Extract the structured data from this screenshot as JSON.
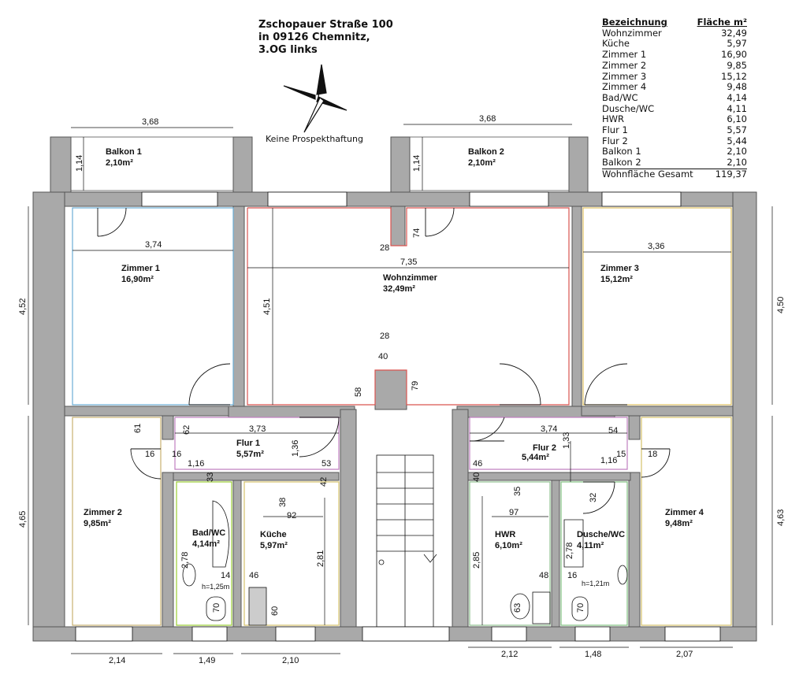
{
  "header": {
    "line1": "Zschopauer Straße 100",
    "line2": "in 09126 Chemnitz,",
    "line3": "3.OG links"
  },
  "disclaimer": "Keine Prospekthaftung",
  "legend": {
    "col_name": "Bezeichnung",
    "col_area": "Fläche m²",
    "rows": [
      {
        "name": "Wohnzimmer",
        "area": "32,49"
      },
      {
        "name": "Küche",
        "area": "5,97"
      },
      {
        "name": "Zimmer 1",
        "area": "16,90"
      },
      {
        "name": "Zimmer 2",
        "area": "9,85"
      },
      {
        "name": "Zimmer 3",
        "area": "15,12"
      },
      {
        "name": "Zimmer 4",
        "area": "9,48"
      },
      {
        "name": "Bad/WC",
        "area": "4,14"
      },
      {
        "name": "Dusche/WC",
        "area": "4,11"
      },
      {
        "name": "HWR",
        "area": "6,10"
      },
      {
        "name": "Flur 1",
        "area": "5,57"
      },
      {
        "name": "Flur 2",
        "area": "5,44"
      },
      {
        "name": "Balkon 1",
        "area": "2,10"
      },
      {
        "name": "Balkon 2",
        "area": "2,10"
      }
    ],
    "total_name": "Wohnfläche Gesamt",
    "total_area": "119,37"
  },
  "rooms": {
    "balkon1": {
      "name": "Balkon 1",
      "area": "2,10m²"
    },
    "balkon2": {
      "name": "Balkon 2",
      "area": "2,10m²"
    },
    "zimmer1": {
      "name": "Zimmer 1",
      "area": "16,90m²"
    },
    "wohnzimmer": {
      "name": "Wohnzimmer",
      "area": "32,49m²"
    },
    "zimmer3": {
      "name": "Zimmer 3",
      "area": "15,12m²"
    },
    "zimmer2": {
      "name": "Zimmer 2",
      "area": "9,85m²"
    },
    "flur1": {
      "name": "Flur 1",
      "area": "5,57m²"
    },
    "flur2": {
      "name": "Flur 2",
      "area": "5,44m²"
    },
    "bad": {
      "name": "Bad/WC",
      "area": "4,14m²"
    },
    "kueche": {
      "name": "Küche",
      "area": "5,97m²"
    },
    "hwr": {
      "name": "HWR",
      "area": "6,10m²"
    },
    "dusche": {
      "name": "Dusche/WC",
      "area": "4,11m²"
    },
    "zimmer4": {
      "name": "Zimmer 4",
      "area": "9,48m²"
    }
  },
  "dims": {
    "balkon1_w": "3,68",
    "balkon2_w": "3,68",
    "balkon1_d": "1,14",
    "balkon2_d": "1,14",
    "z1_w": "3,74",
    "wz_w": "7,35",
    "z3_w": "3,36",
    "left_top_h": "4,52",
    "left_bottom_h": "4,65",
    "right_top_h": "4,50",
    "right_bottom_h": "4,63",
    "wz_h": "4,51",
    "wz_28a": "28",
    "wz_74": "74",
    "wz_28b": "28",
    "wz_40": "40",
    "wz_58": "58",
    "wz_79": "79",
    "f1_w": "3,73",
    "f1_136": "1,36",
    "f1_61": "61",
    "f1_62": "62",
    "f1_16a": "16",
    "f1_16b": "16",
    "f1_116": "1,16",
    "f1_33": "33",
    "f1_53": "53",
    "f1_42": "42",
    "k_38": "38",
    "k_92": "92",
    "k_281": "2,81",
    "k_46": "46",
    "k_60": "60",
    "b_278": "2,78",
    "b_14": "14",
    "b_70": "70",
    "b_h": "h=1,25m",
    "f2_w": "3,74",
    "f2_133": "1,33",
    "f2_54": "54",
    "f2_46": "46",
    "f2_40": "40",
    "f2_35": "35",
    "f2_116": "1,16",
    "f2_15": "15",
    "f2_18": "18",
    "f2_32": "32",
    "h_97": "97",
    "h_285": "2,85",
    "h_48": "48",
    "h_63": "63",
    "d_278": "2,78",
    "d_16": "16",
    "d_70": "70",
    "d_h": "h=1,21m",
    "bot_214": "2,14",
    "bot_149": "1,49",
    "bot_210": "2,10",
    "bot_212": "2,12",
    "bot_148": "1,48",
    "bot_207": "2,07"
  },
  "colors": {
    "wall": "#a9a9a9",
    "zimmer1_outline": "#6baed6",
    "wohnzimmer_outline": "#d9534f",
    "zimmer3_outline": "#e0c060",
    "zimmer2_outline": "#c8b070",
    "flur_outline": "#c080c0",
    "bad_outline": "#9acd32",
    "kueche_outline": "#d4c26a",
    "hwr_outline": "#90c090",
    "dusche_outline": "#80c080",
    "zimmer4_outline": "#d4c26a"
  }
}
